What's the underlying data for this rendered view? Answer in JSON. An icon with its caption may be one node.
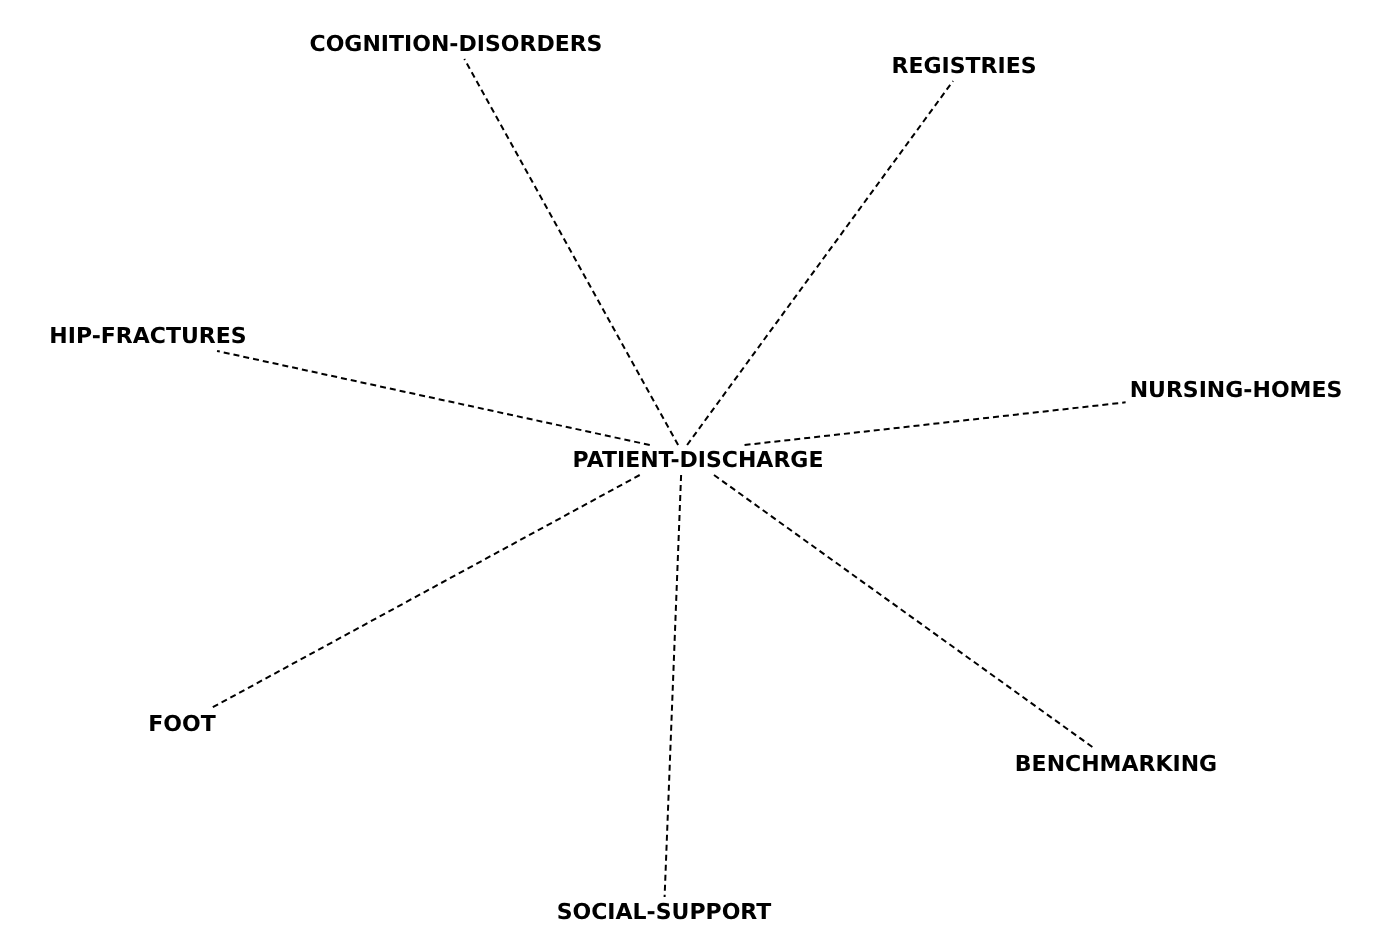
{
  "diagram": {
    "nodes": [
      {
        "text": [
          "COGNITION-DISORDERS"
        ]
      },
      {
        "text": [
          "REGISTRIES"
        ]
      },
      {
        "text": [
          "HIP-FRACTURES"
        ]
      },
      {
        "text": [
          "PATIENT-DISCHARGE"
        ]
      },
      {
        "text": [
          "NURSING-HOMES"
        ]
      },
      {
        "text": [
          "FOOT"
        ]
      },
      {
        "text": [
          "BENCHMARKING"
        ]
      },
      {
        "text": [
          "SOCIAL-SUPPORT"
        ]
      }
    ],
    "edges": [
      {
        "from": 3,
        "to": 0,
        "arrow": "none"
      },
      {
        "from": 3,
        "to": 1,
        "arrow": "none"
      },
      {
        "from": 3,
        "to": 2,
        "arrow": "none"
      },
      {
        "from": 3,
        "to": 4,
        "arrow": "none"
      },
      {
        "from": 3,
        "to": 5,
        "arrow": "none"
      },
      {
        "from": 3,
        "to": 6,
        "arrow": "none"
      },
      {
        "from": 3,
        "to": 7,
        "arrow": "none"
      }
    ]
  }
}
